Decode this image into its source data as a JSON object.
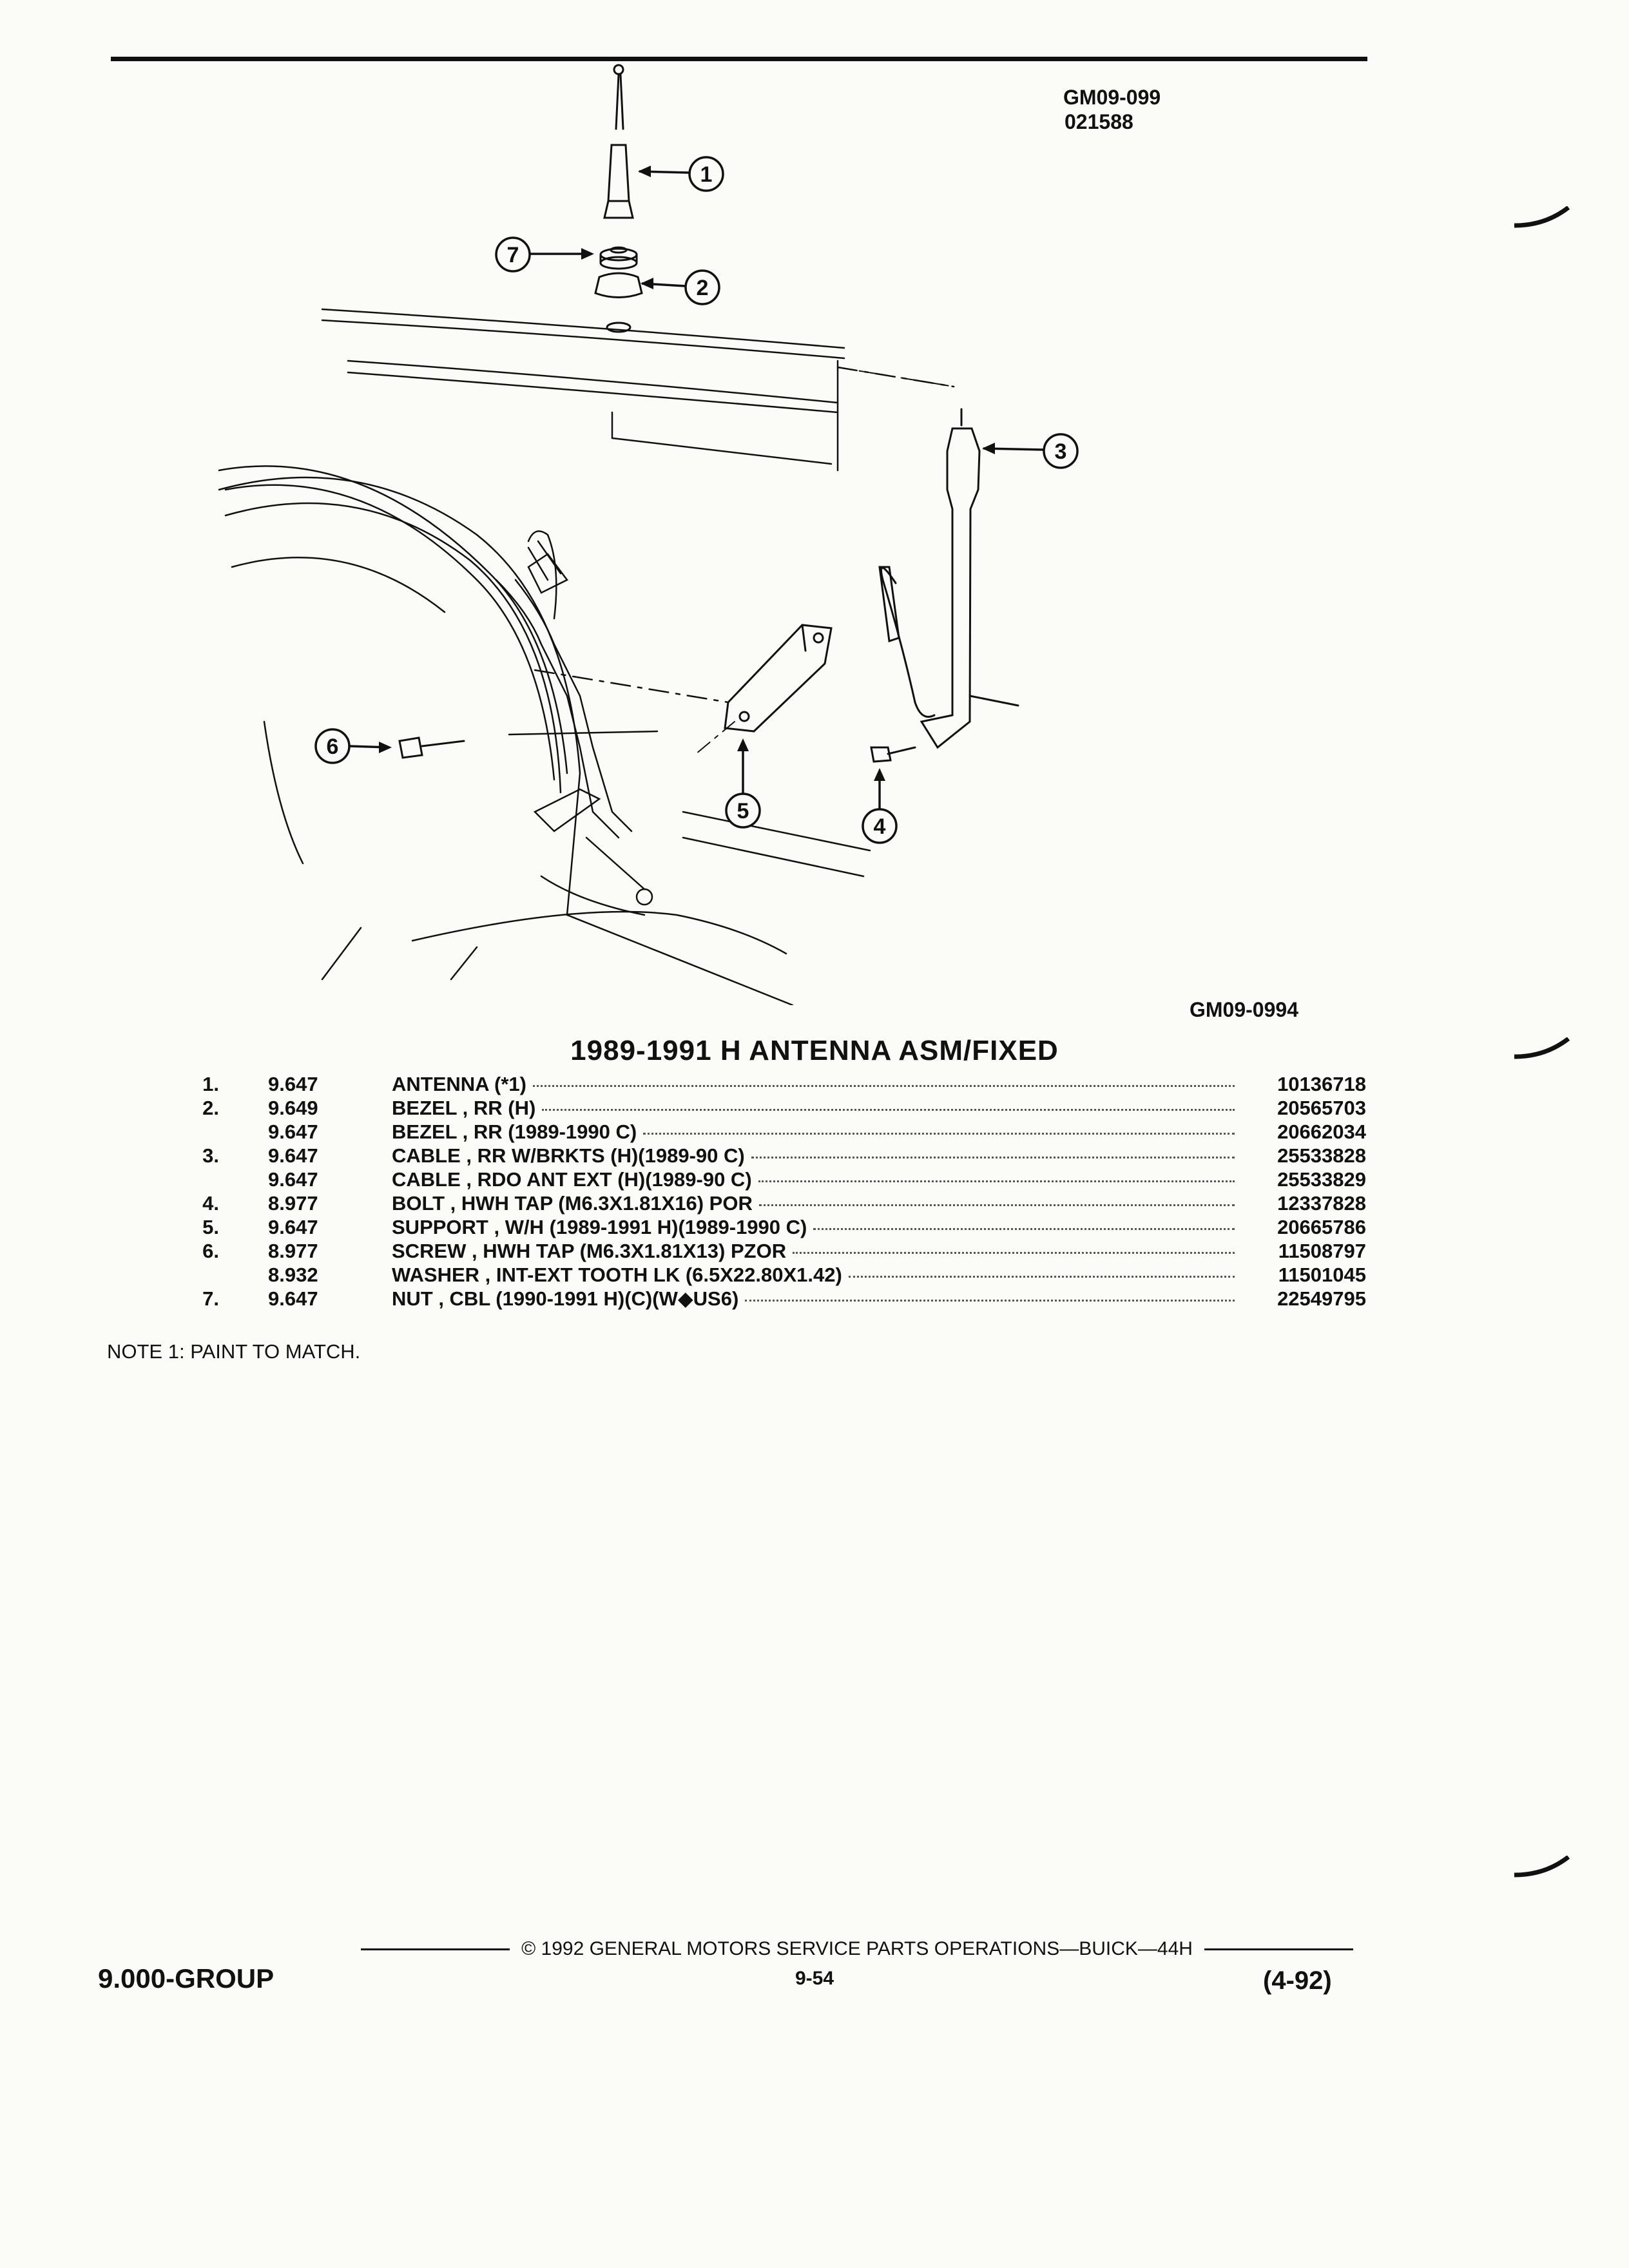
{
  "header": {
    "ref_code": "GM09-099",
    "ref_date": "021588"
  },
  "figure": {
    "callouts": [
      "1",
      "2",
      "3",
      "4",
      "5",
      "6",
      "7"
    ],
    "figure_id": "GM09-0994"
  },
  "title": "1989-1991 H ANTENNA ASM/FIXED",
  "parts": [
    {
      "num": "1.",
      "grp": "9.647",
      "desc": "ANTENNA (*1)",
      "part": "10136718"
    },
    {
      "num": "2.",
      "grp": "9.649",
      "desc": "BEZEL , RR (H)",
      "part": "20565703"
    },
    {
      "num": "",
      "grp": "9.647",
      "desc": "BEZEL , RR (1989-1990 C)",
      "part": "20662034"
    },
    {
      "num": "3.",
      "grp": "9.647",
      "desc": "CABLE , RR W/BRKTS (H)(1989-90 C)",
      "part": "25533828"
    },
    {
      "num": "",
      "grp": "9.647",
      "desc": "CABLE , RDO ANT EXT (H)(1989-90 C)",
      "part": "25533829"
    },
    {
      "num": "4.",
      "grp": "8.977",
      "desc": "BOLT , HWH TAP (M6.3X1.81X16) POR",
      "part": "12337828"
    },
    {
      "num": "5.",
      "grp": "9.647",
      "desc": "SUPPORT , W/H (1989-1991 H)(1989-1990 C)",
      "part": "20665786"
    },
    {
      "num": "6.",
      "grp": "8.977",
      "desc": "SCREW , HWH TAP (M6.3X1.81X13) PZOR",
      "part": "11508797"
    },
    {
      "num": "",
      "grp": "8.932",
      "desc": "WASHER , INT-EXT TOOTH LK (6.5X22.80X1.42)",
      "part": "11501045"
    },
    {
      "num": "7.",
      "grp": "9.647",
      "desc": "NUT , CBL (1990-1991 H)(C)(W◆US6)",
      "part": "22549795"
    }
  ],
  "note": "NOTE  1:  PAINT TO MATCH.",
  "footer": {
    "group": "9.000-GROUP",
    "copyright": "©  1992  GENERAL MOTORS SERVICE PARTS OPERATIONS—BUICK—44H",
    "page": "9-54",
    "revision": "(4-92)"
  }
}
